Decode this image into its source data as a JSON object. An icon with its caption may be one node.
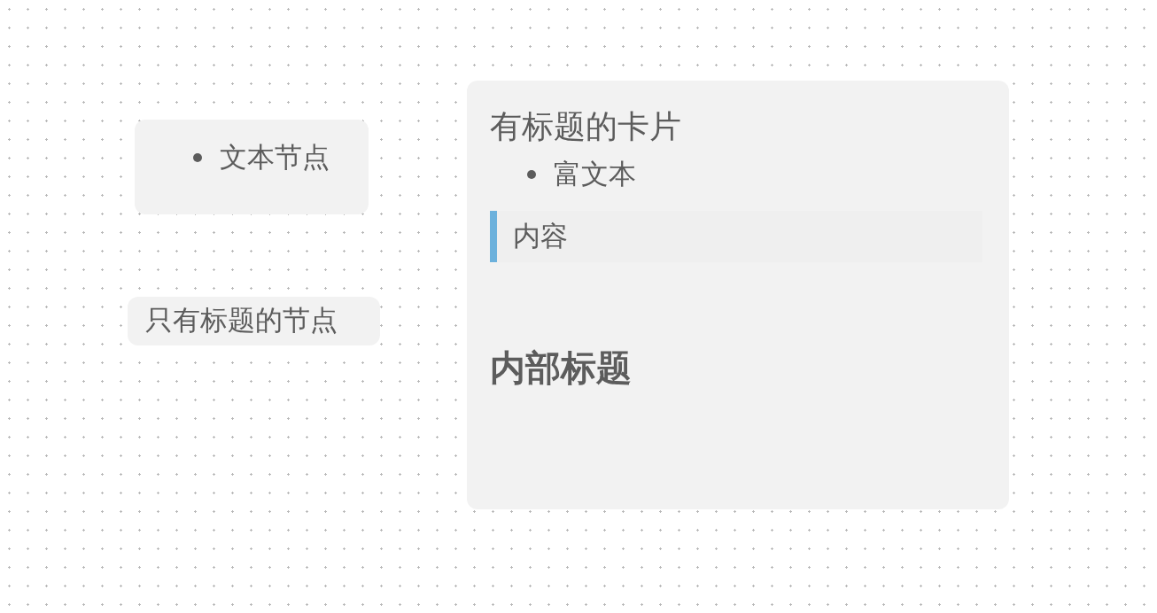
{
  "diagram": {
    "nodes": [
      {
        "text": [
          "文本节点"
        ]
      },
      {
        "text": [
          "只有标题的节点"
        ]
      },
      {
        "text": [
          "有标题的卡片",
          "富文本",
          "内容",
          "内部标题"
        ]
      }
    ]
  }
}
